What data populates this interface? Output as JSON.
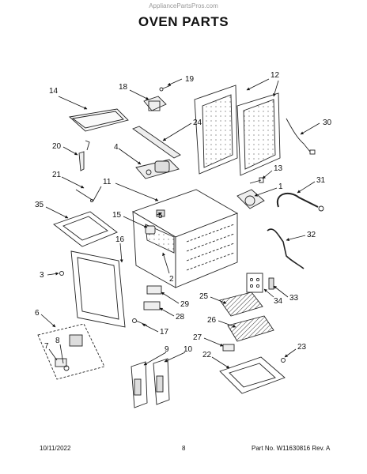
{
  "header": {
    "watermark": "AppliancePartsPros.com",
    "title": "OVEN PARTS"
  },
  "callouts": {
    "n1": "1",
    "n2": "2",
    "n3": "3",
    "n4": "4",
    "n5": "5",
    "n6": "6",
    "n7": "7",
    "n8": "8",
    "n9": "9",
    "n10": "10",
    "n11": "11",
    "n12": "12",
    "n13": "13",
    "n14": "14",
    "n15": "15",
    "n16": "16",
    "n17": "17",
    "n18": "18",
    "n19": "19",
    "n20": "20",
    "n21": "21",
    "n22": "22",
    "n23": "23",
    "n24": "24",
    "n25": "25",
    "n26": "26",
    "n27": "27",
    "n28": "28",
    "n29": "29",
    "n30": "30",
    "n31": "31",
    "n32": "32",
    "n33": "33",
    "n34": "34",
    "n35": "35"
  },
  "footer": {
    "date": "10/11/2022",
    "page": "8",
    "part": "Part No. W11630816  Rev. A"
  }
}
